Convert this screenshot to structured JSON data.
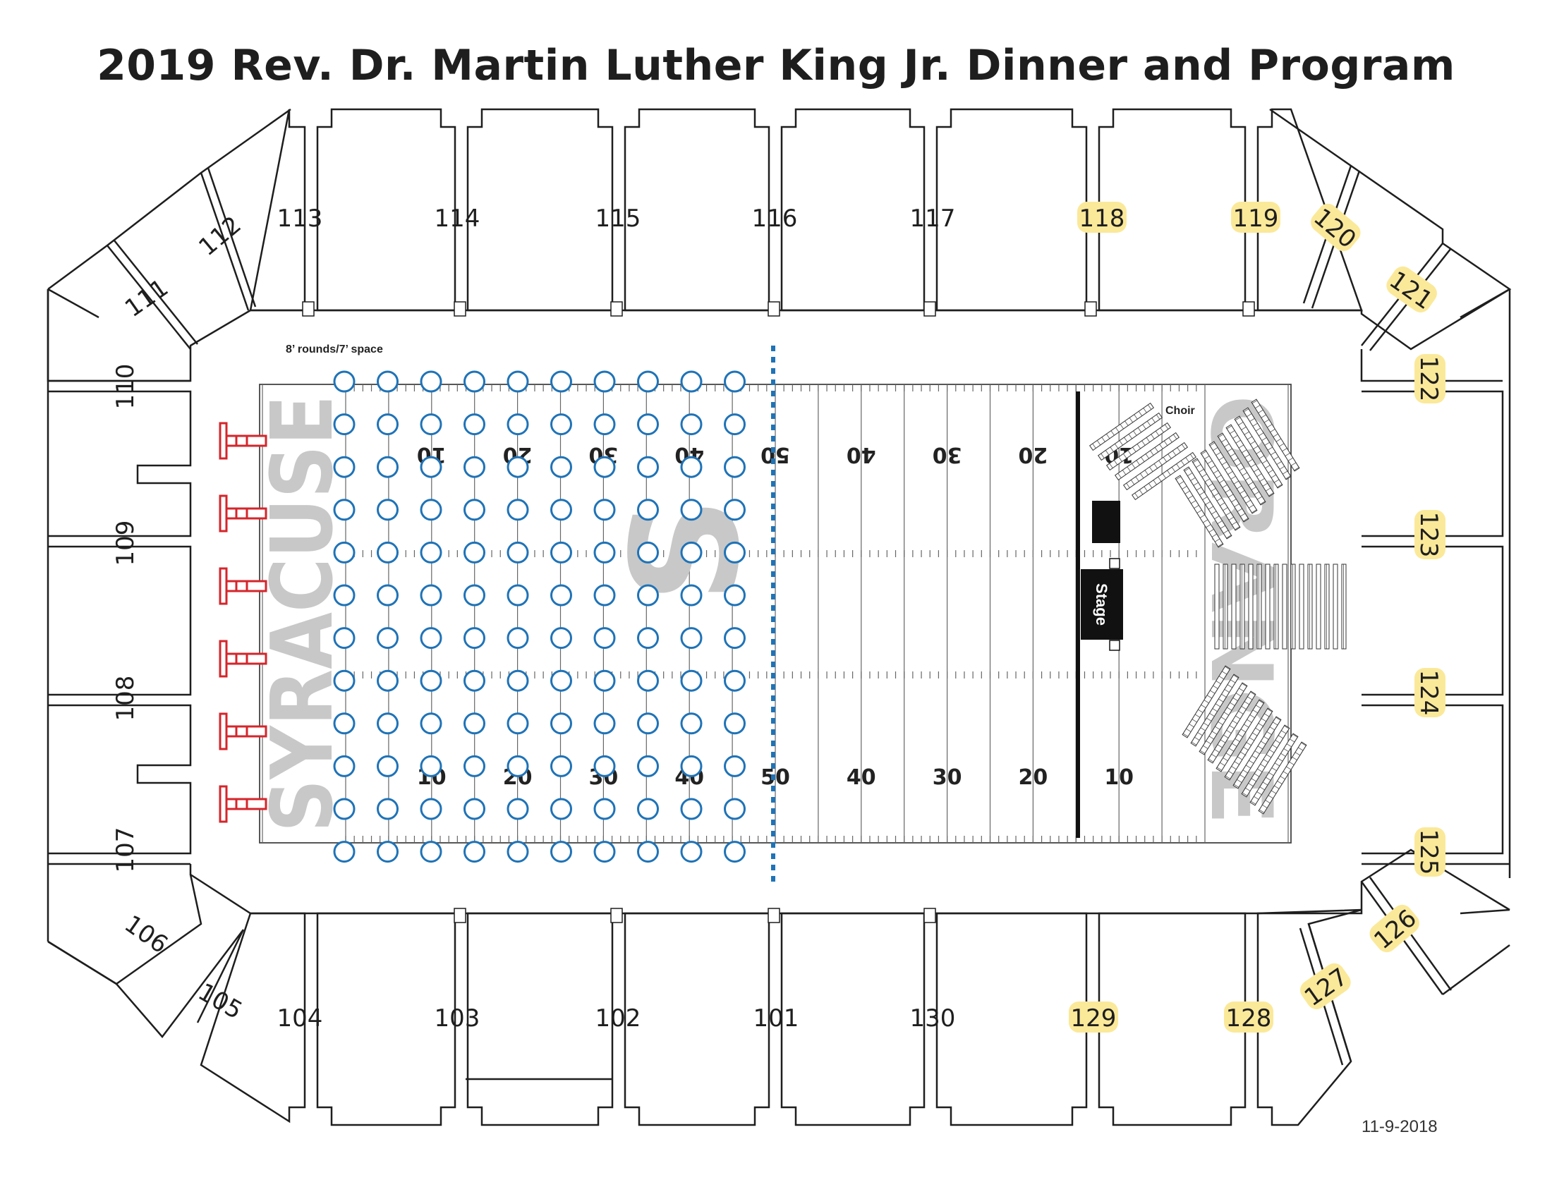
{
  "title": "2019 Rev. Dr. Martin Luther King Jr. Dinner and Program",
  "date_stamp": "11-9-2018",
  "table_note": "8’ rounds/7’ space",
  "stage_label": "Stage",
  "choir_label": "Choir",
  "endzone_left_text": "SYRACUSE",
  "midfield_logo": "S",
  "endzone_right_text": "ORANGE",
  "yard_numbers": [
    "10",
    "20",
    "30",
    "40",
    "50",
    "40",
    "30",
    "20",
    "10"
  ],
  "colors": {
    "highlight": "#fbe99a",
    "tables": "#1f73b7",
    "fifty_line": "#1f73b7",
    "bars": "#d4262b",
    "field_lettering": "#c8c8c8",
    "stage": "#111111"
  },
  "table_grid": {
    "columns": 10,
    "rows": 12
  },
  "sections": {
    "top": [
      "113",
      "114",
      "115",
      "116",
      "117",
      "118",
      "119"
    ],
    "top_right_corner": [
      "120",
      "121"
    ],
    "right": [
      "122",
      "123",
      "124",
      "125"
    ],
    "bottom_right_corner": [
      "126",
      "127"
    ],
    "bottom": [
      "104",
      "103",
      "102",
      "101",
      "130",
      "129",
      "128"
    ],
    "bottom_left_corner": [
      "106",
      "105"
    ],
    "left": [
      "110",
      "109",
      "108",
      "107"
    ],
    "top_left_corner": [
      "112",
      "111"
    ],
    "highlighted": [
      "118",
      "119",
      "120",
      "121",
      "122",
      "123",
      "124",
      "125",
      "126",
      "127",
      "128",
      "129"
    ]
  },
  "bar_count": 6
}
